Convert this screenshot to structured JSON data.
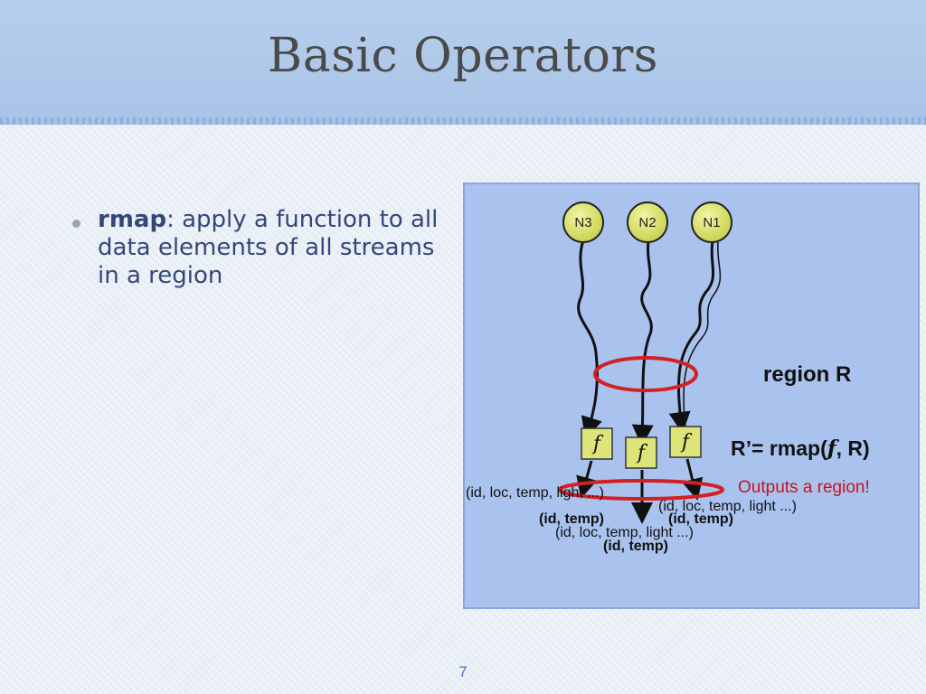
{
  "slide": {
    "title": "Basic Operators",
    "page_number": "7"
  },
  "bullet": {
    "term": "rmap",
    "text": ": apply a function to all data elements of all streams in a region"
  },
  "diagram": {
    "nodes": [
      "N3",
      "N2",
      "N1"
    ],
    "function_symbol": "f",
    "region_label": "region R",
    "rmap_label_prefix": "R’= rmap(",
    "rmap_label_f": "f",
    "rmap_label_suffix": ", R)",
    "outputs_label": "Outputs a region!",
    "tuple_full_left": "(id, loc, temp, light ...)",
    "tuple_full_right": "(id, loc, temp, light ...)",
    "tuple_full_middle": "(id, loc, temp, light ...)",
    "tuple_short_left": "(id, temp)",
    "tuple_short_right": "(id, temp)",
    "tuple_short_middle": "(id, temp)",
    "colors": {
      "node_fill": "#e2eb7c",
      "function_box_fill": "#dde57a",
      "region_ellipse": "#d42020",
      "outputs_text": "#c8141e"
    }
  }
}
